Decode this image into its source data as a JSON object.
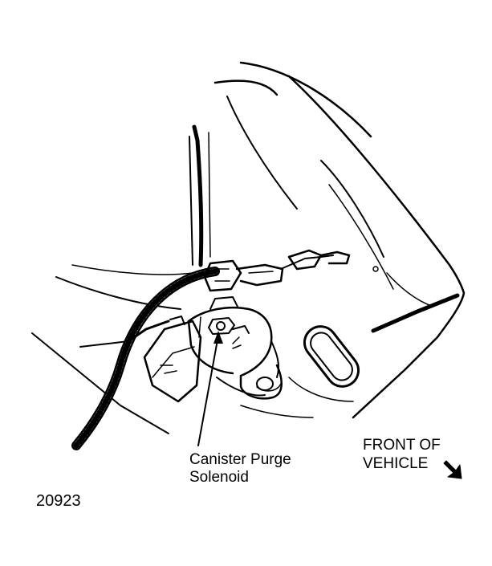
{
  "labels": {
    "component_line1": "Canister Purge",
    "component_line2": "Solenoid",
    "direction_line1": "FRONT OF",
    "direction_line2": "VEHICLE",
    "figure_number": "20923"
  },
  "colors": {
    "ink": "#000000",
    "paper": "#ffffff"
  },
  "icons": {
    "direction_arrow": "front-arrow-icon"
  }
}
